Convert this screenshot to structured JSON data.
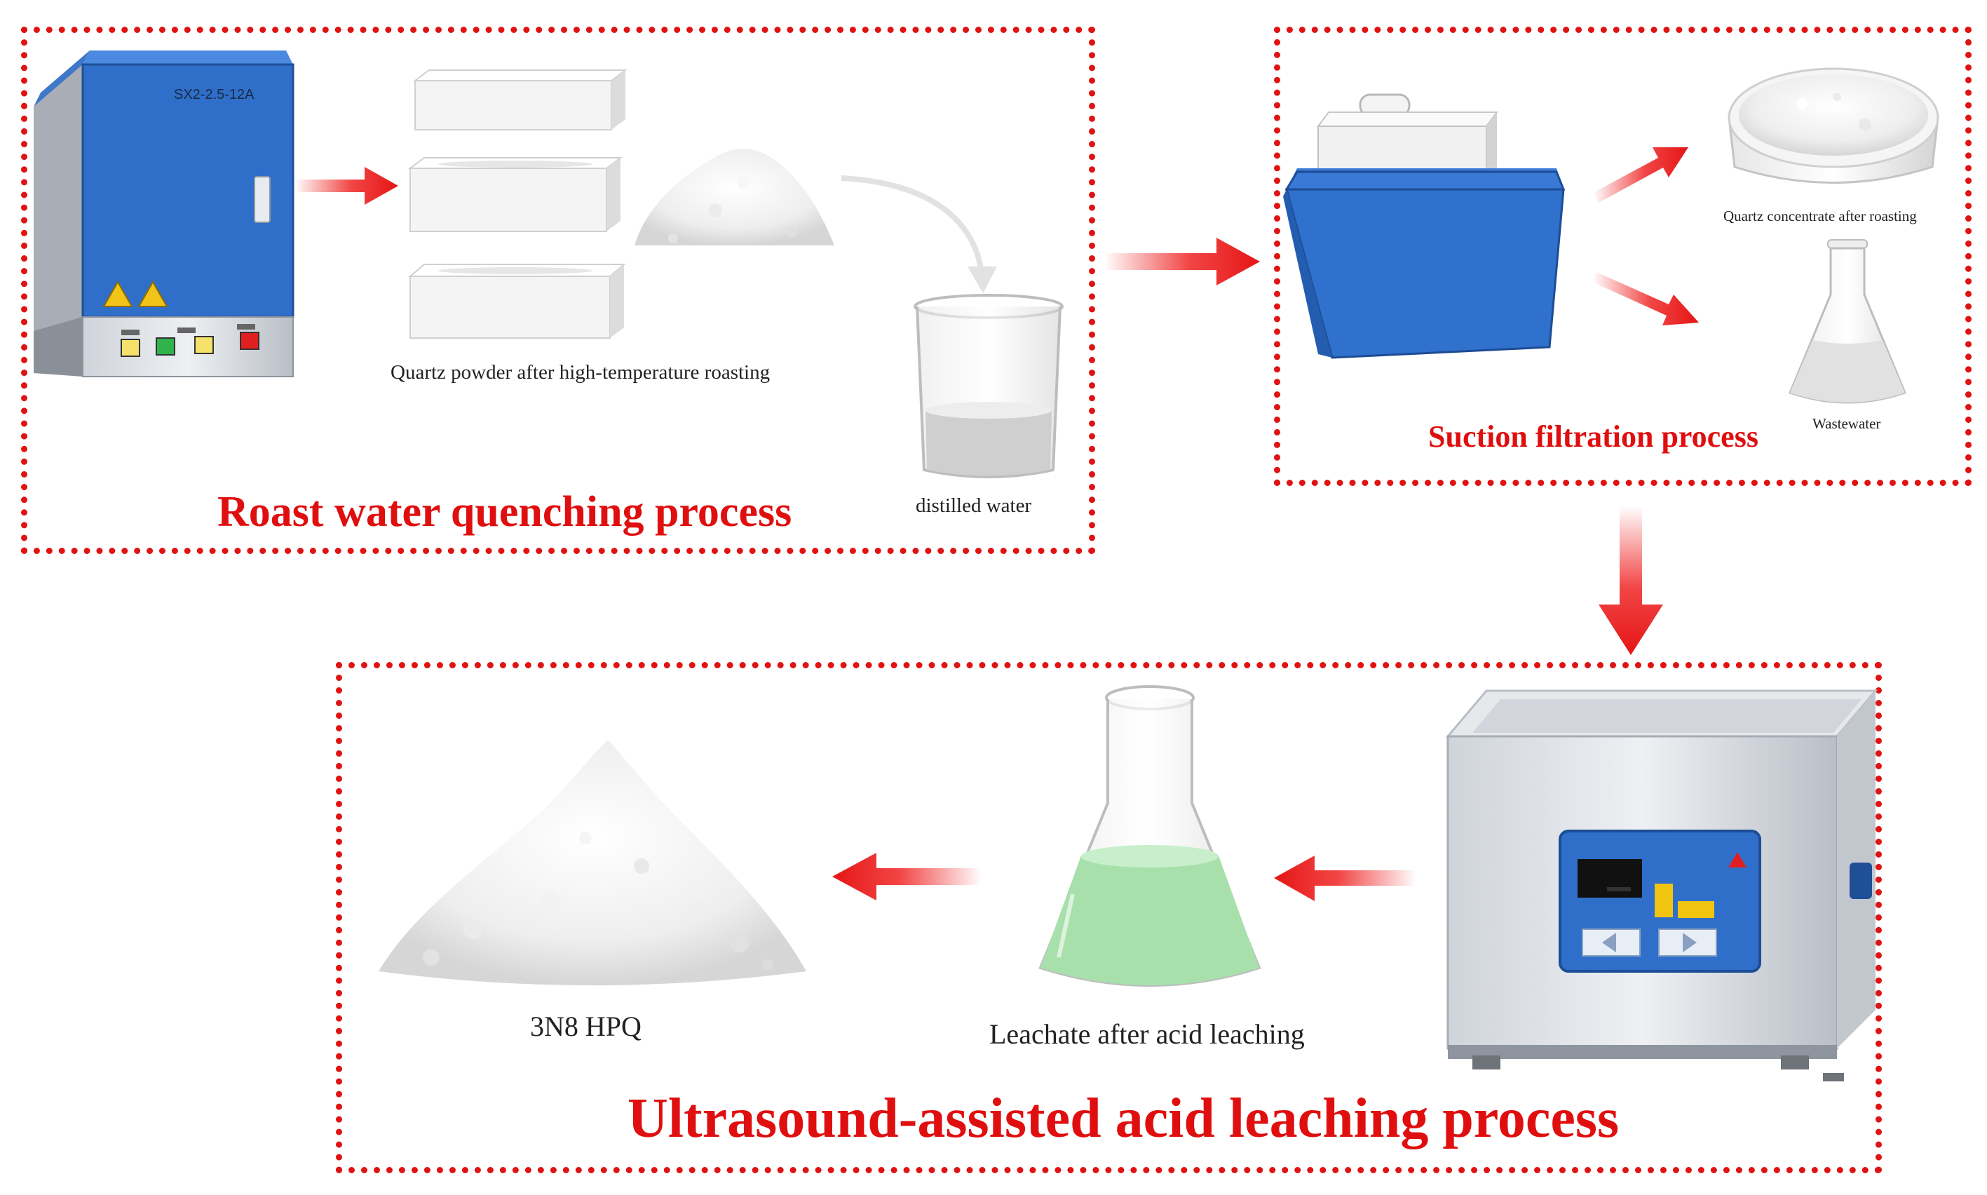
{
  "diagram": {
    "stage1": {
      "title": "Roast water quenching process",
      "furnace_label": "SX2-2.5-12A",
      "powder_label": "Quartz powder after high-temperature roasting",
      "water_label": "distilled water"
    },
    "stage2": {
      "title": "Suction filtration process",
      "concentrate_label": "Quartz concentrate after roasting",
      "wastewater_label": "Wastewater"
    },
    "stage3": {
      "title": "Ultrasound-assisted acid leaching process",
      "leachate_label": "Leachate after acid leaching",
      "product_label": "3N8 HPQ"
    },
    "colors": {
      "frame": "#e01212",
      "title": "#e00f0f",
      "arrow": "#ef2424",
      "furnace_blue": "#2f6fc9",
      "basin_blue": "#2f71cc",
      "leachate_green": "#a8e0ac"
    }
  }
}
